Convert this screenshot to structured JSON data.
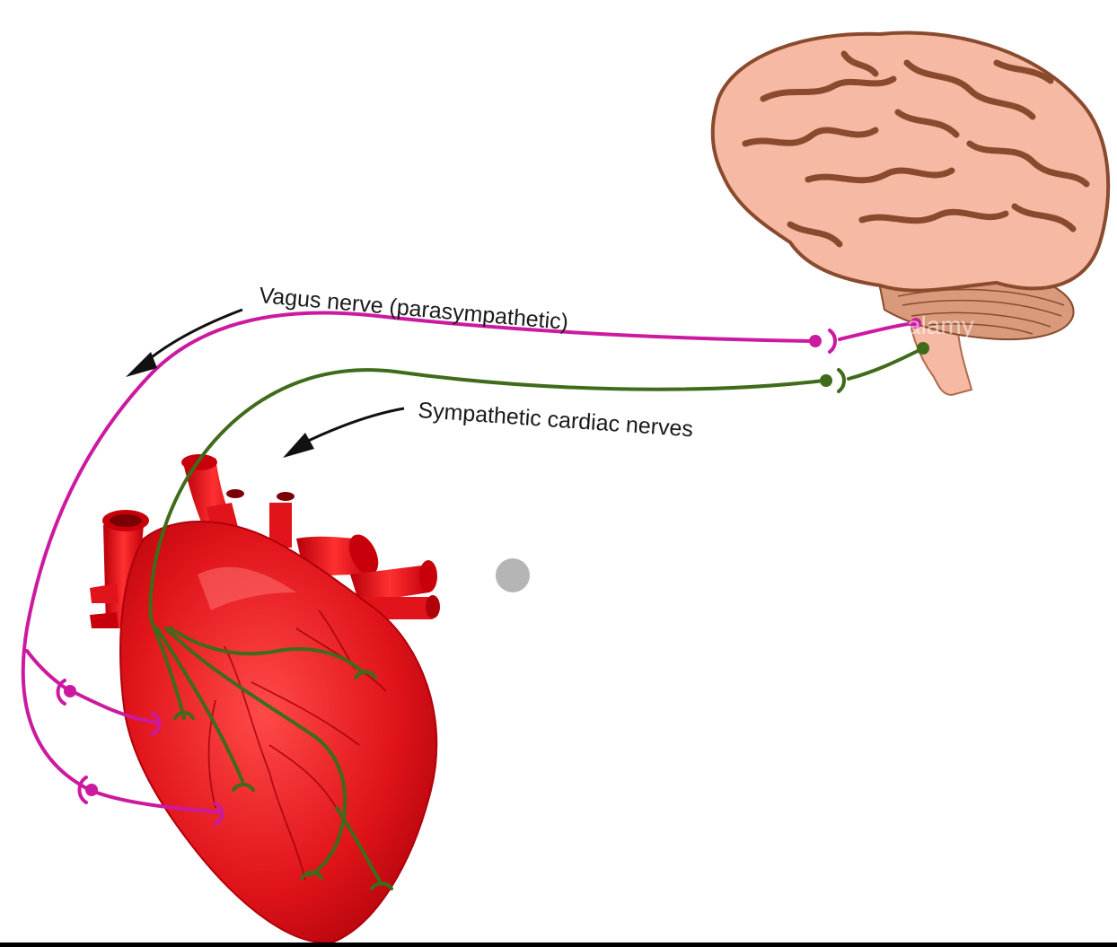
{
  "labels": {
    "vagus": "Vagus nerve (parasympathetic)",
    "sympathetic": "Sympathetic cardiac nerves"
  },
  "watermark": "alamy",
  "colors": {
    "background": "#ffffff",
    "vagus_nerve": "#cc1aa0",
    "sympathetic_nerve": "#3f6b1a",
    "heart": "#e0141a",
    "brain": "#f6b9a3",
    "brain_outline": "#8a4a2e",
    "cerebellum": "#d99a7c",
    "annotation_arrow": "#111111",
    "bottom_bar": "#000000"
  },
  "icons": [
    "brain-icon",
    "heart-icon",
    "arrow-icon",
    "synapse-icon"
  ]
}
